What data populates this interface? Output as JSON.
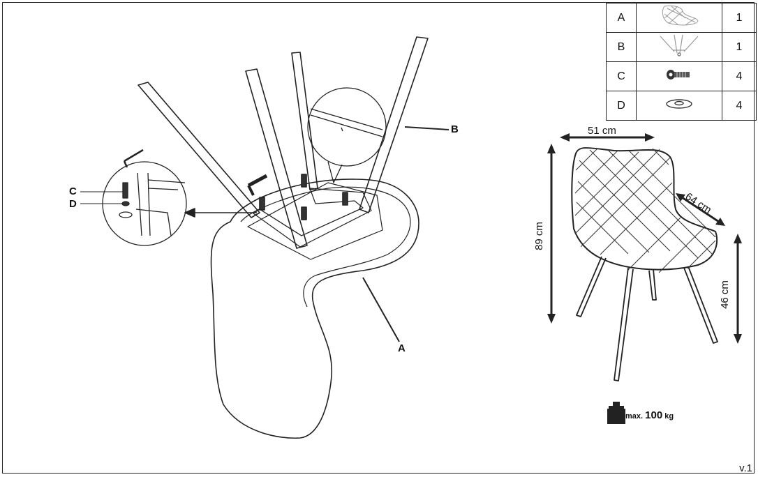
{
  "parts": [
    {
      "letter": "A",
      "icon": "chair-seat-icon",
      "qty": "1"
    },
    {
      "letter": "B",
      "icon": "chair-legs-frame-icon",
      "qty": "1"
    },
    {
      "letter": "C",
      "icon": "bolt-icon",
      "qty": "4"
    },
    {
      "letter": "D",
      "icon": "washer-icon",
      "qty": "4"
    }
  ],
  "callouts": {
    "a": "A",
    "b": "B",
    "c": "C",
    "d": "D"
  },
  "dimensions": {
    "width": "51 cm",
    "height": "89 cm",
    "depth": "64 cm",
    "seat_height": "46 cm"
  },
  "max_load": {
    "prefix": "max.",
    "value": "100",
    "unit": "kg"
  },
  "version": "v.1"
}
